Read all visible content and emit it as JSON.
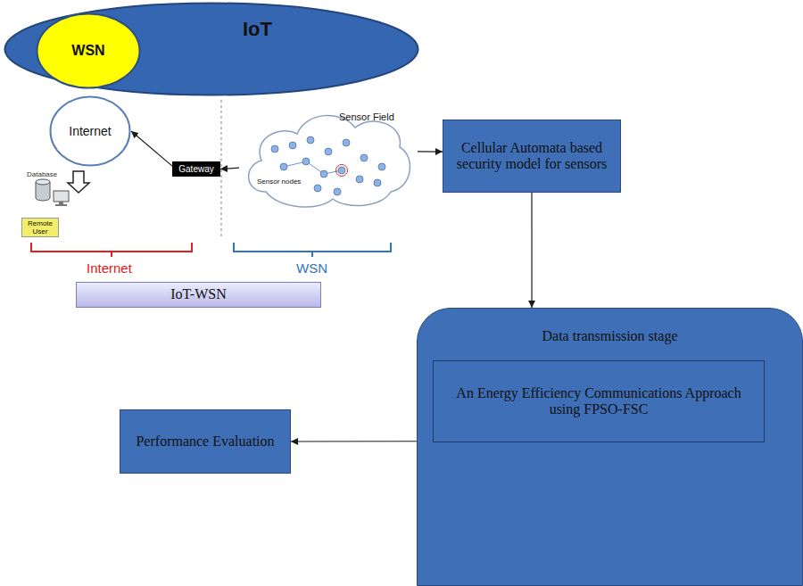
{
  "diagram": {
    "nodes": [
      {
        "text": [
          "IoT"
        ]
      },
      {
        "text": [
          "WSN"
        ],
        "in": 0
      },
      {
        "text": [
          "Internet"
        ]
      },
      {
        "text": [
          "Gateway"
        ]
      },
      {
        "text": [
          "Sensor Field",
          "Sensor nodes"
        ]
      },
      {
        "text": [
          "Remote User"
        ]
      },
      {
        "text": [
          "IoT-WSN"
        ]
      },
      {
        "text": [
          "Cellular Automata based security model for sensors"
        ]
      },
      {
        "text": [
          "Data transmission stage"
        ]
      },
      {
        "text": [
          "An Energy Efficiency Communications Approach using FPSO-FSC"
        ],
        "in": 8
      },
      {
        "text": [
          "Performance Evaluation"
        ]
      }
    ],
    "edges": [
      {
        "from": 3,
        "to": 2,
        "arrow": "to"
      },
      {
        "from": 4,
        "to": 3,
        "arrow": "to"
      },
      {
        "from": 4,
        "to": 7,
        "arrow": "to"
      },
      {
        "from": 7,
        "to": 8,
        "arrow": "to"
      },
      {
        "from": 8,
        "to": 10,
        "arrow": "to"
      }
    ],
    "labels": [
      "Database",
      "Internet",
      "WSN"
    ]
  }
}
